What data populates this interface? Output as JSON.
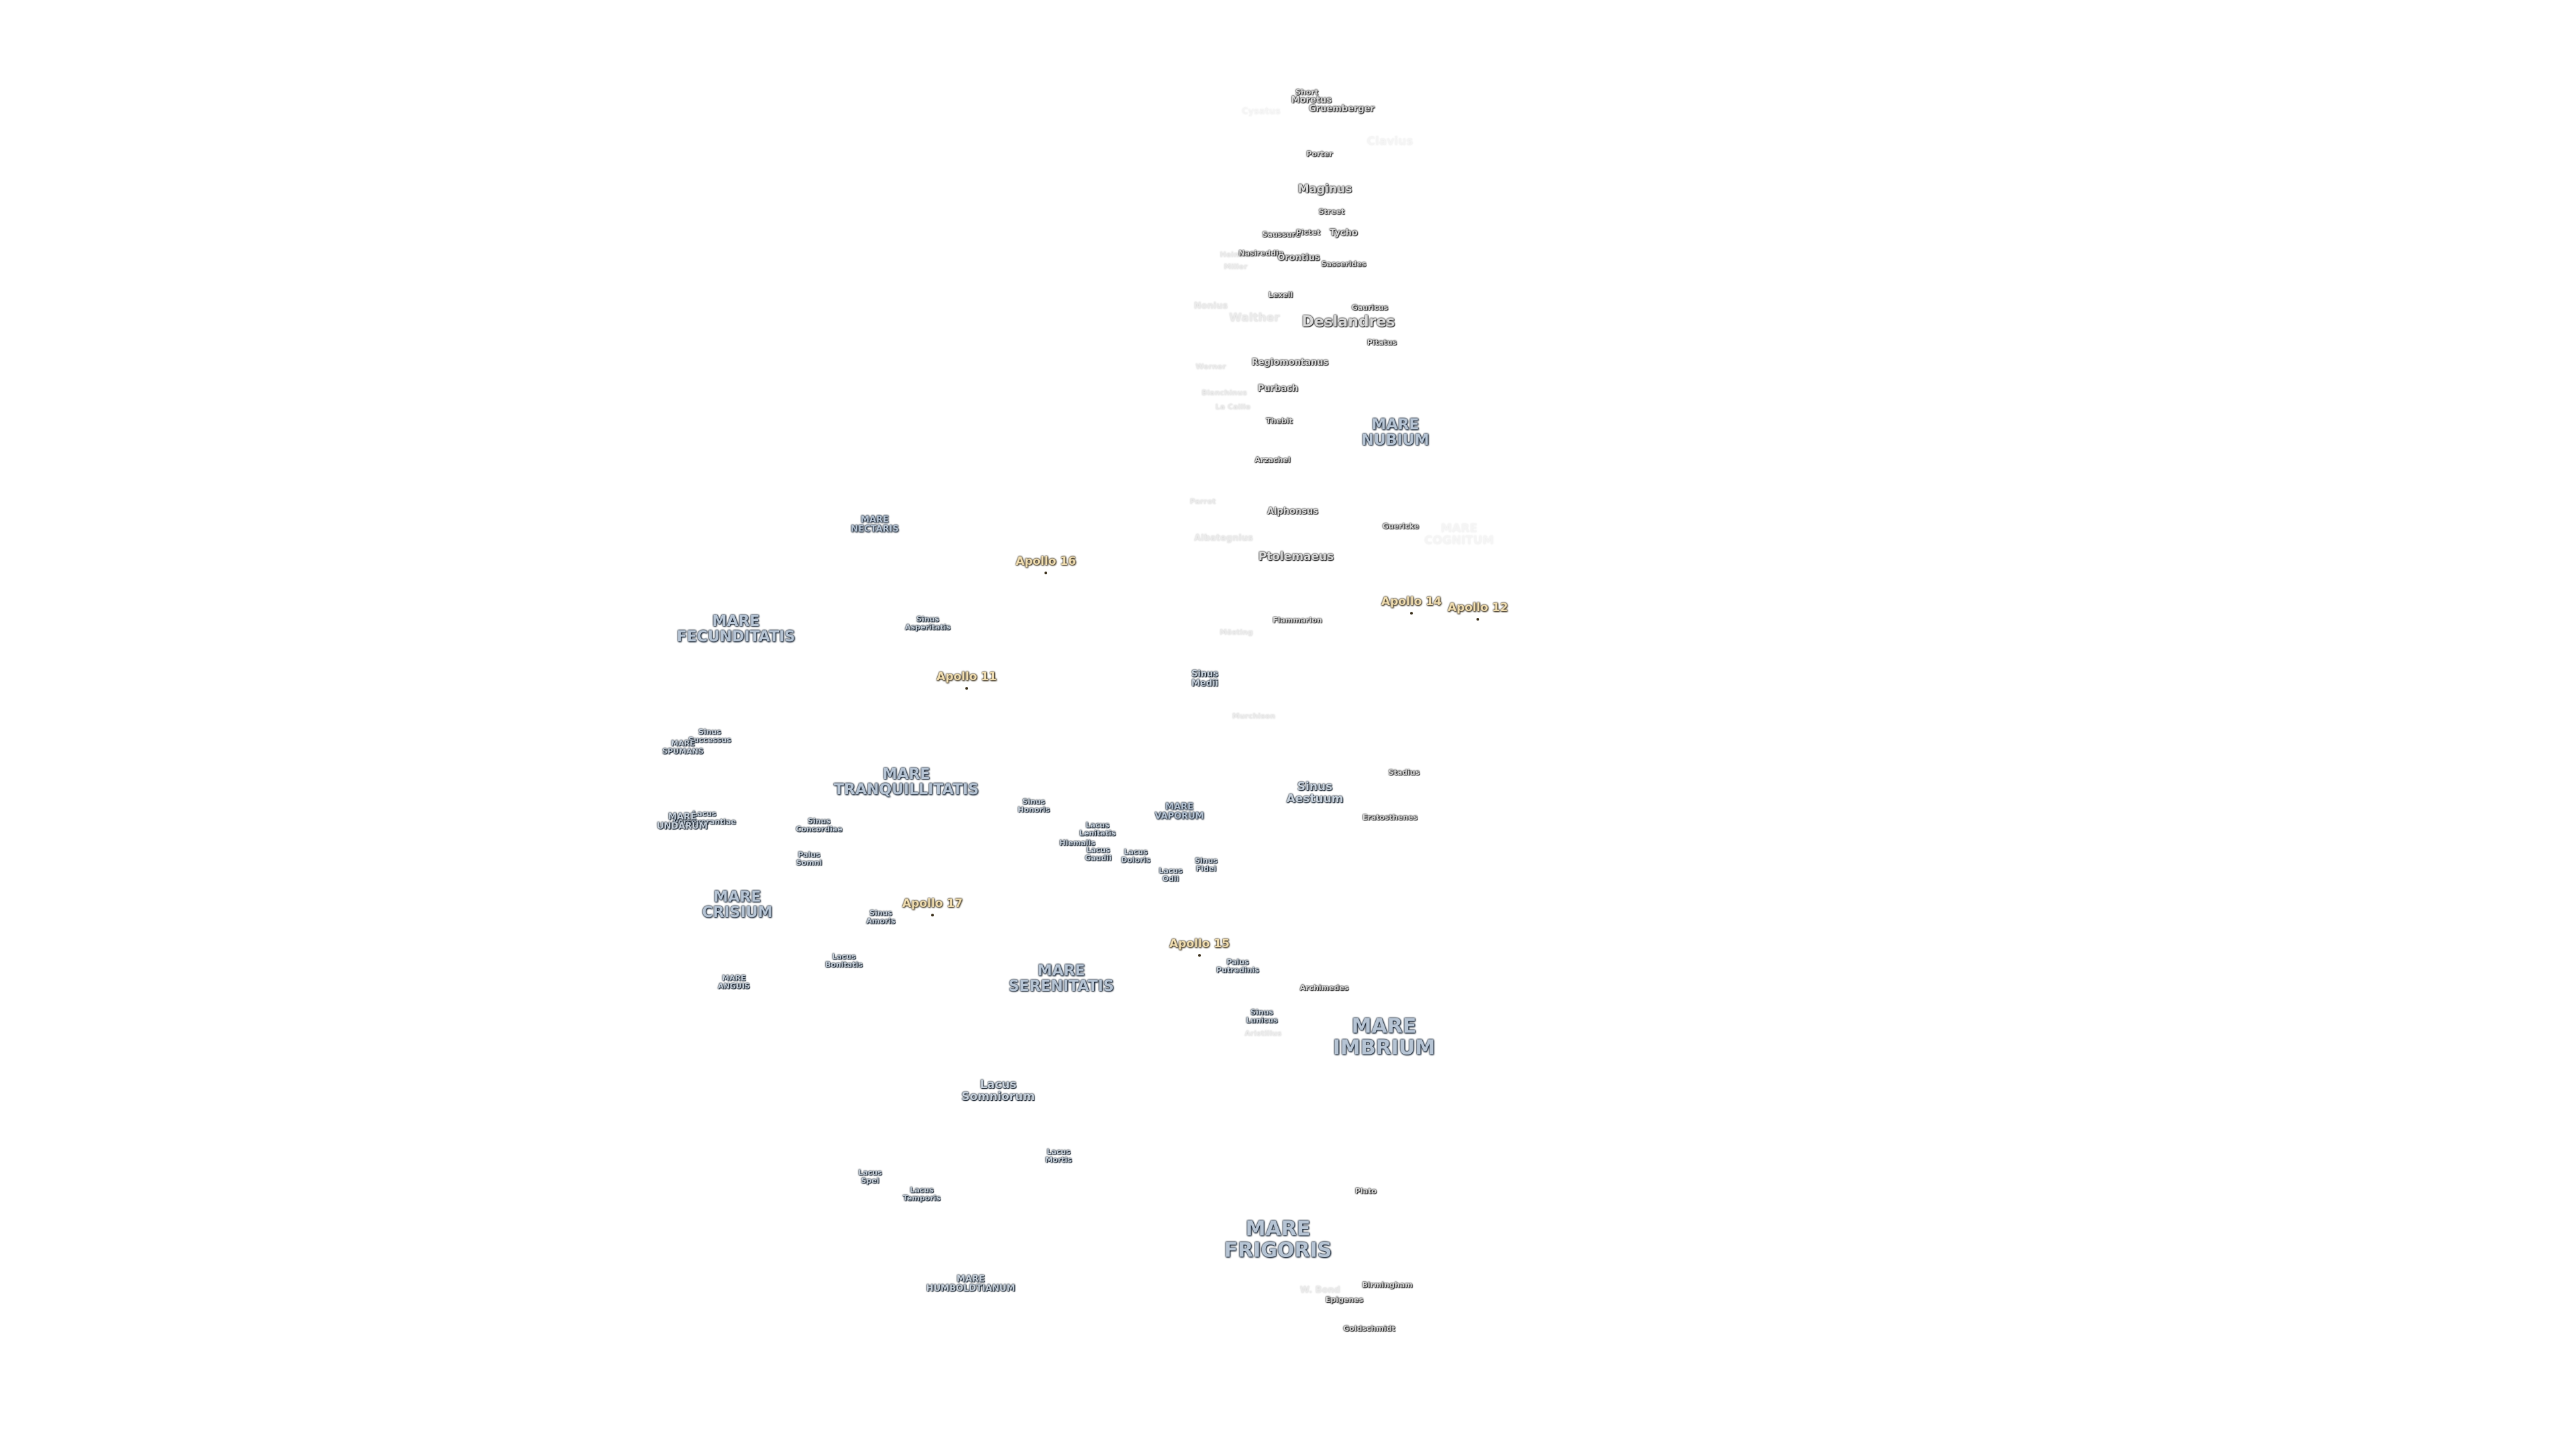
{
  "labels": {
    "short": "Short",
    "moretus": "Moretus",
    "gruemberger": "Gruemberger",
    "cysatus": "Cysatus",
    "clavius": "Clavius",
    "porter": "Porter",
    "maginus": "Maginus",
    "street": "Street",
    "sasserides_faint": "Saussure",
    "pictet": "Pictet",
    "tycho": "Tycho",
    "heinsius": "Heinsius",
    "nasireddin": "Nasireddin",
    "orontius": "Orontius",
    "miller": "Miller",
    "sasserides": "Sasserides",
    "lexell": "Lexell",
    "gauricus": "Gauricus",
    "deslandres": "Deslandres",
    "walther": "Walther",
    "nonius": "Nonius",
    "pitatus": "Pitatus",
    "regiomontanus": "Regiomontanus",
    "werner": "Werner",
    "purbach": "Purbach",
    "blanchinus": "Blanchinus",
    "la_caille": "La Caille",
    "thebit": "Thebit",
    "mare_nubium": "MARE\nNUBIUM",
    "arzachel": "Arzachel",
    "parrot": "Parrot",
    "alphonsus": "Alphonsus",
    "guericke": "Guericke",
    "mare_cognitum": "MARE\nCOGNITUM",
    "albategnius": "Albategnius",
    "ptolemaeus": "Ptolemaeus",
    "apollo_14": "Apollo 14",
    "apollo_12": "Apollo 12",
    "mosting": "Mösting",
    "flammarion": "Flammarion",
    "sinus_medii": "Sinus\nMedii",
    "murchison": "Murchison",
    "stadius": "Stadius",
    "sinus_aestuum": "Sinus\nAestuum",
    "eratosthenes": "Eratosthenes",
    "mare_nectaris": "MARE\nNECTARIS",
    "apollo_16": "Apollo 16",
    "mare_fecunditatis": "MARE\nFECUNDITATIS",
    "sinus_asperitatis": "Sinus\nAsperitatis",
    "apollo_11": "Apollo 11",
    "sinus_successus": "Sinus\nSuccessus",
    "mare_spumans": "MARE\nSPUMANS",
    "mare_tranquillitatis": "MARE\nTRANQUILLITATIS",
    "sinus_honoris": "Sinus\nHonoris",
    "mare_vaporum": "MARE\nVAPORUM",
    "lacus_doloris_a": "Lacus\nLenitatis",
    "lacus_gaudii": "Lacus\nGaudii",
    "lacus_hiemalis": "Hiemalis",
    "lacus_doloris": "Lacus\nDoloris",
    "lacus_odii": "Lacus\nOdii",
    "sinus_fidei": "Sinus\nFidei",
    "mare_undarum": "MARE\nUNDARUM",
    "lacus_perseverantiae": "Lacus\nPerseverantiae",
    "sinus_concordiae": "Sinus\nConcordiae",
    "palus_somni": "Palus\nSomni",
    "mare_crisium": "MARE\nCRISIUM",
    "sinus_amoris": "Sinus\nAmoris",
    "apollo_17": "Apollo 17",
    "apollo_15": "Apollo 15",
    "palus_putredinis": "Palus\nPutredinis",
    "lacus_bonitatis": "Lacus\nBonitatis",
    "mare_anguis": "MARE\nANGUIS",
    "mare_serenitatis": "MARE\nSERENITATIS",
    "archimedes": "Archimedes",
    "sinus_lunicus": "Sinus\nLunicus",
    "aristillus": "Aristillus",
    "mare_imbrium": "MARE\nIMBRIUM",
    "lacus_somniorum": "Lacus\nSomniorum",
    "lacus_mortis": "Lacus\nMortis",
    "lacus_spei": "Lacus\nSpei",
    "lacus_temporis": "Lacus\nTemporis",
    "plato": "Plato",
    "mare_frigoris": "MARE\nFRIGORIS",
    "mare_humboldtianum": "MARE\nHUMBOLDTIANUM",
    "w_bond": "W. Bond",
    "birmingham": "Birmingham",
    "epigenes": "Epigenes",
    "goldschmidt": "Goldschmidt"
  },
  "colors": {
    "background": "#ffffff",
    "mare_text": "#b6c4d4",
    "apollo_text": "#f0ddb0",
    "outline": "#0d1a2a"
  }
}
